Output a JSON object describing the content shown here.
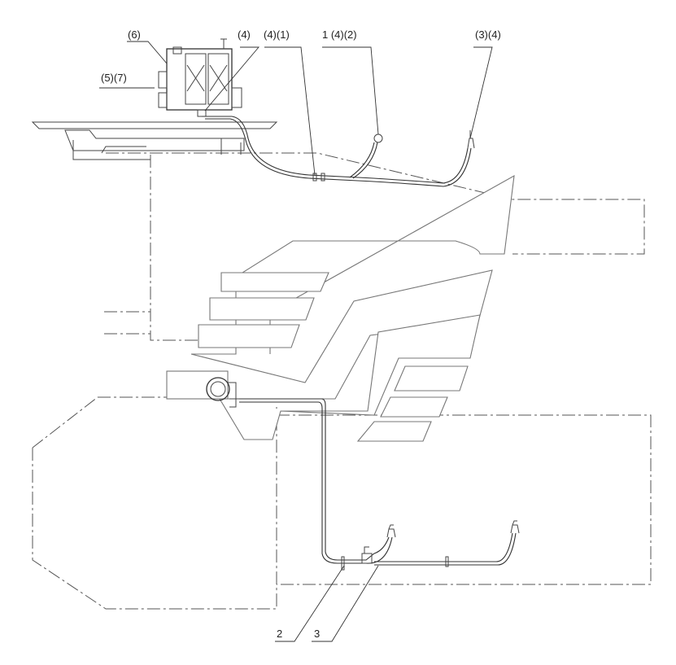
{
  "labels": {
    "l6": "(6)",
    "l4_top": "(4)",
    "l4_1": "(4)(1)",
    "l1_4_2": "1 (4)(2)",
    "l3_4": "(3)(4)",
    "l5_7": "(5)(7)",
    "l2": "2",
    "l3": "3"
  }
}
